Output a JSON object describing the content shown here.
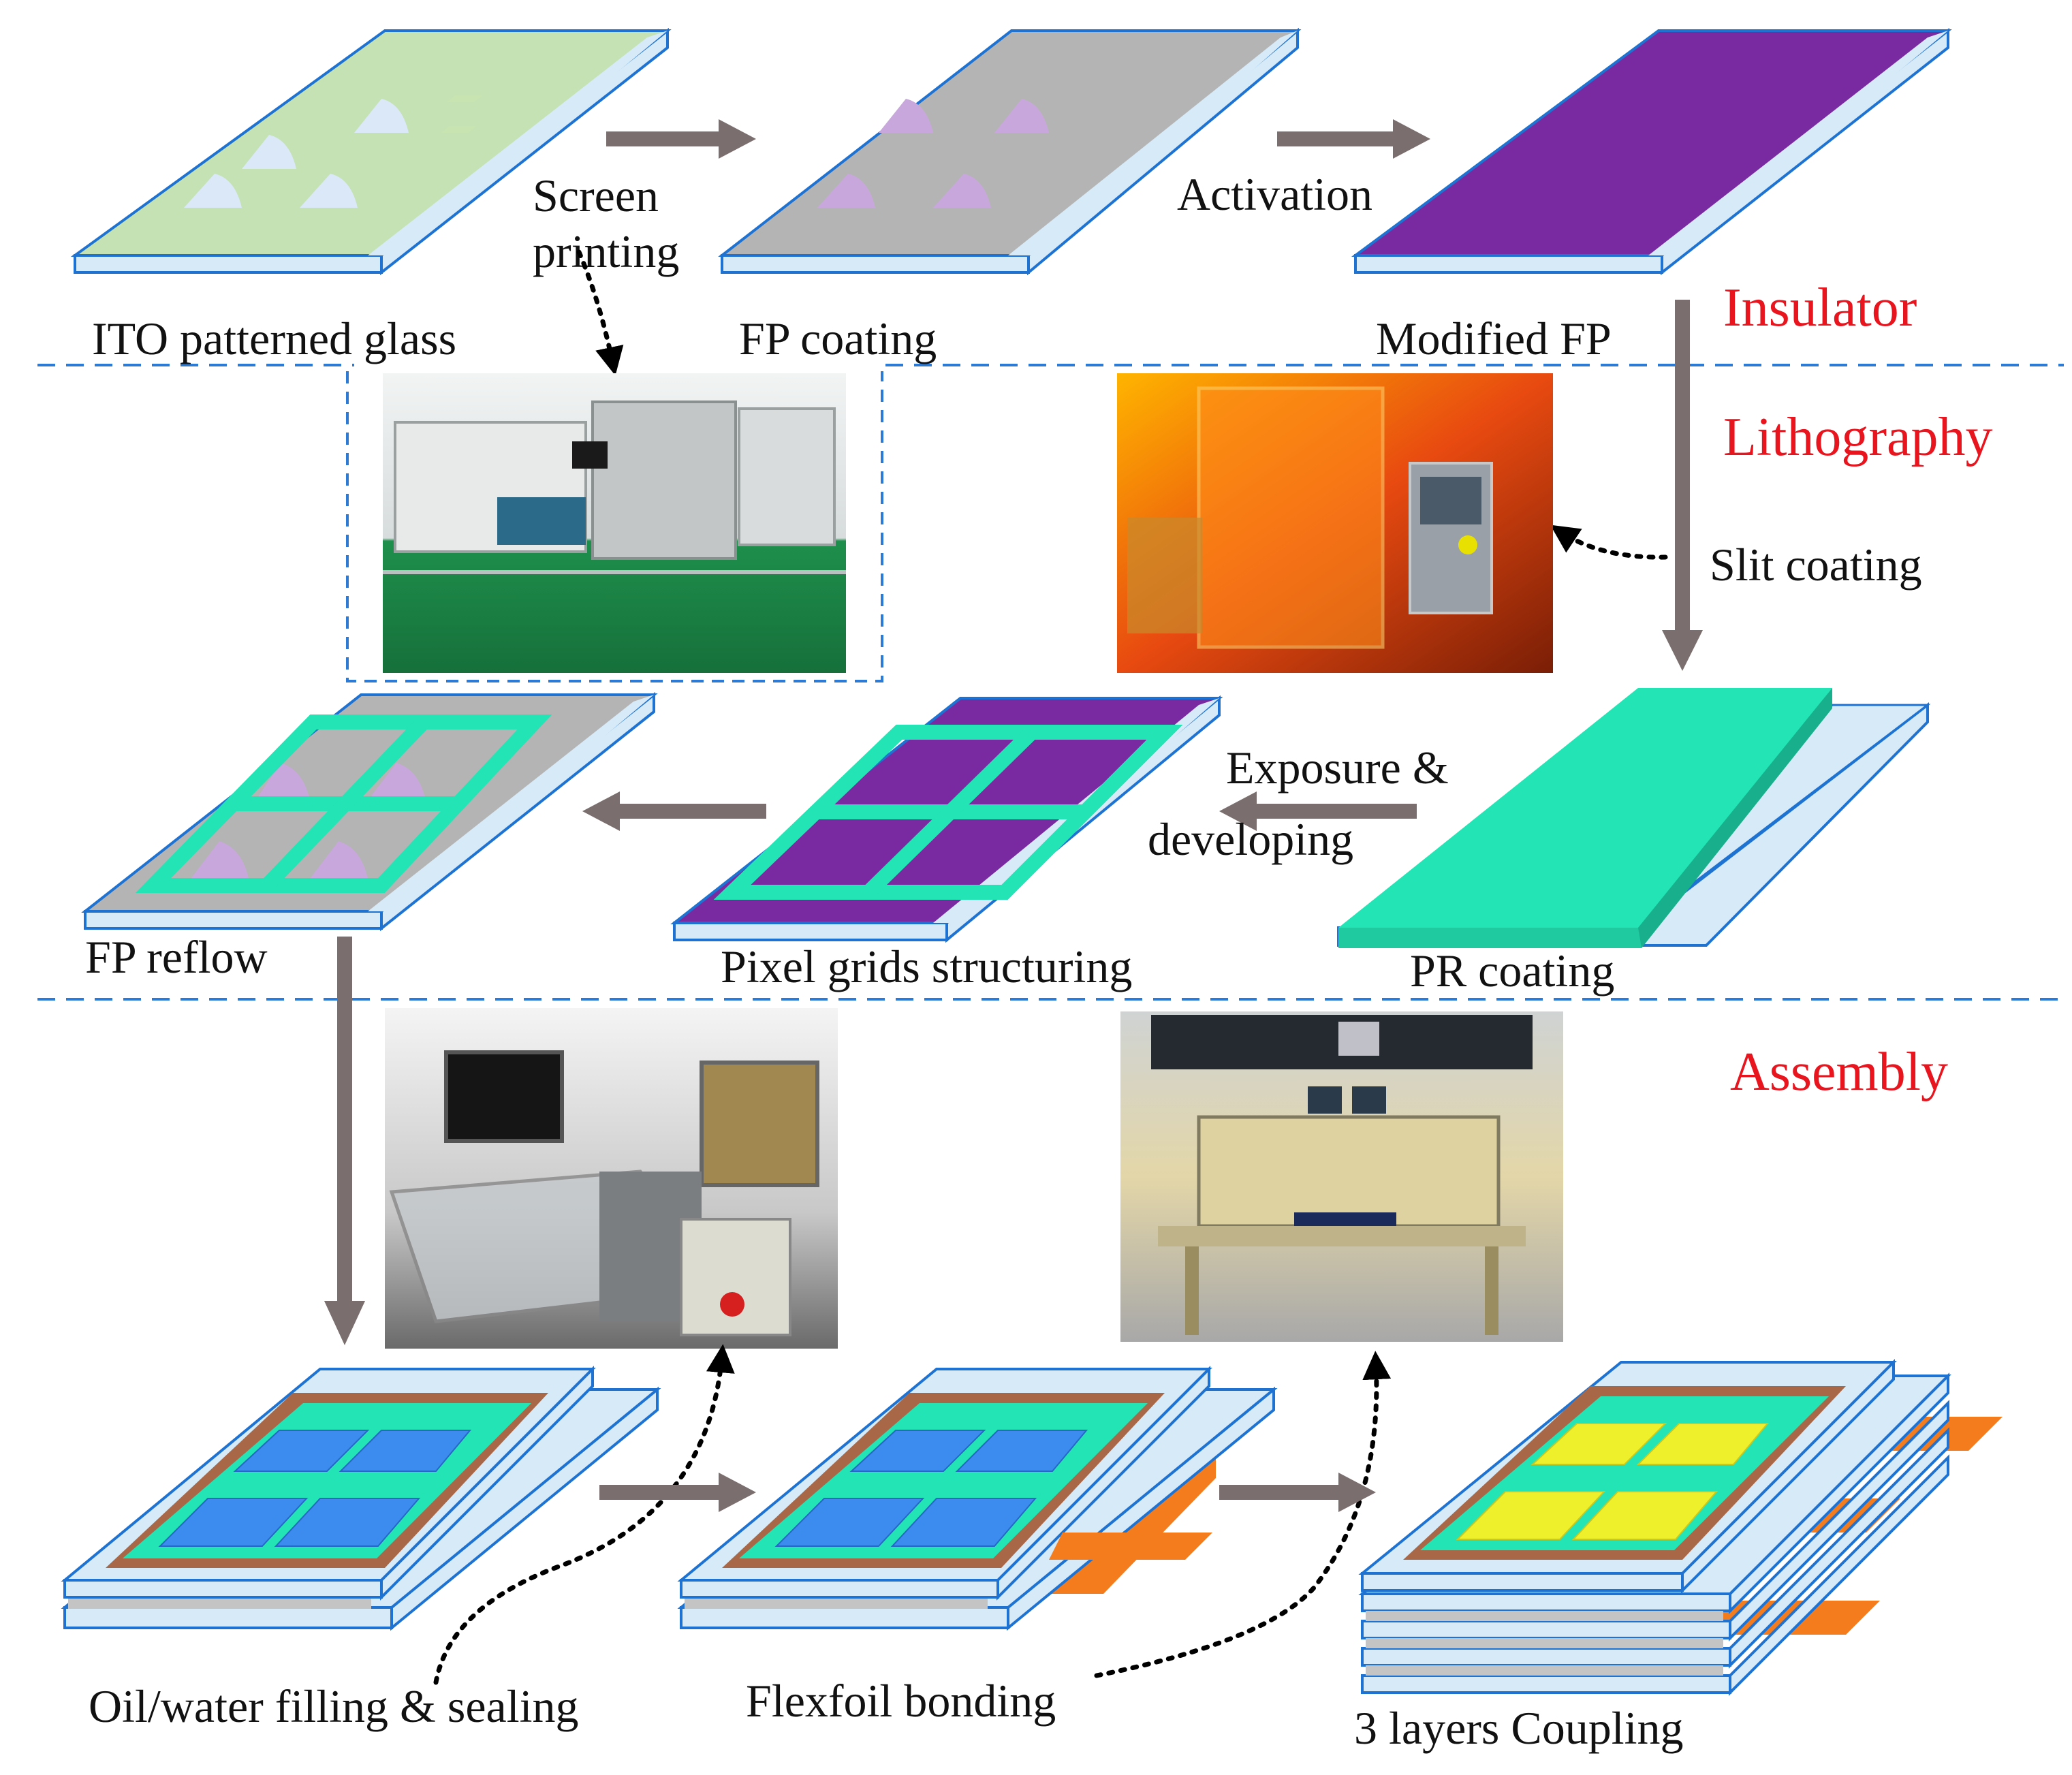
{
  "sections": {
    "insulator": "Insulator",
    "lithography": "Lithography",
    "assembly": "Assembly"
  },
  "steps": {
    "ito_glass": "ITO patterned glass",
    "fp_coating": "FP coating",
    "modified_fp": "Modified FP",
    "pr_coating": "PR coating",
    "pixel_grids": "Pixel grids structuring",
    "fp_reflow": "FP reflow",
    "oil_filling": "Oil/water filling & sealing",
    "flexfoil": "Flexfoil bonding",
    "coupling": "3 layers Coupling"
  },
  "processes": {
    "screen_1": "Screen",
    "screen_2": "printing",
    "activation": "Activation",
    "slit_coating": "Slit coating",
    "exposure_1": "Exposure &",
    "exposure_2": "developing"
  },
  "photos": [
    "screen printing line",
    "slit coating equipment",
    "oil/water filling and sealing machine",
    "flexfoil bonding machine"
  ],
  "colors": {
    "section_label": "#e8141e",
    "glass_edge": "#1e73d2",
    "glass_fill": "#d6eaf8",
    "ito_green": "#c4e2b4",
    "fp_gray": "#b4b4b4",
    "modified_purple": "#7a2aa0",
    "pr_teal": "#22e4b4",
    "pixel_blue": "#3c8cf0",
    "pixel_yellow": "#eef02c",
    "frame_brown": "#a86848",
    "flexfoil_orange": "#f47c1c",
    "arrow_gray": "#7a6e6e",
    "dash_blue": "#2c7ad4"
  }
}
